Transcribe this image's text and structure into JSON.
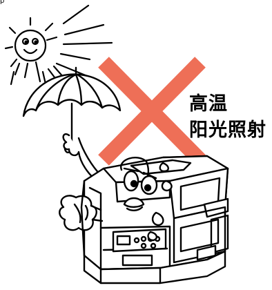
{
  "scene": {
    "warning_text": [
      "高温",
      "阳光照射"
    ],
    "corner_fragment": "p",
    "colors": {
      "cross": "#ee6f57",
      "line": "#000000",
      "background": "#ffffff"
    },
    "icons": [
      "sun-icon",
      "umbrella-icon",
      "prohibited-cross-icon",
      "printer-icon"
    ]
  }
}
